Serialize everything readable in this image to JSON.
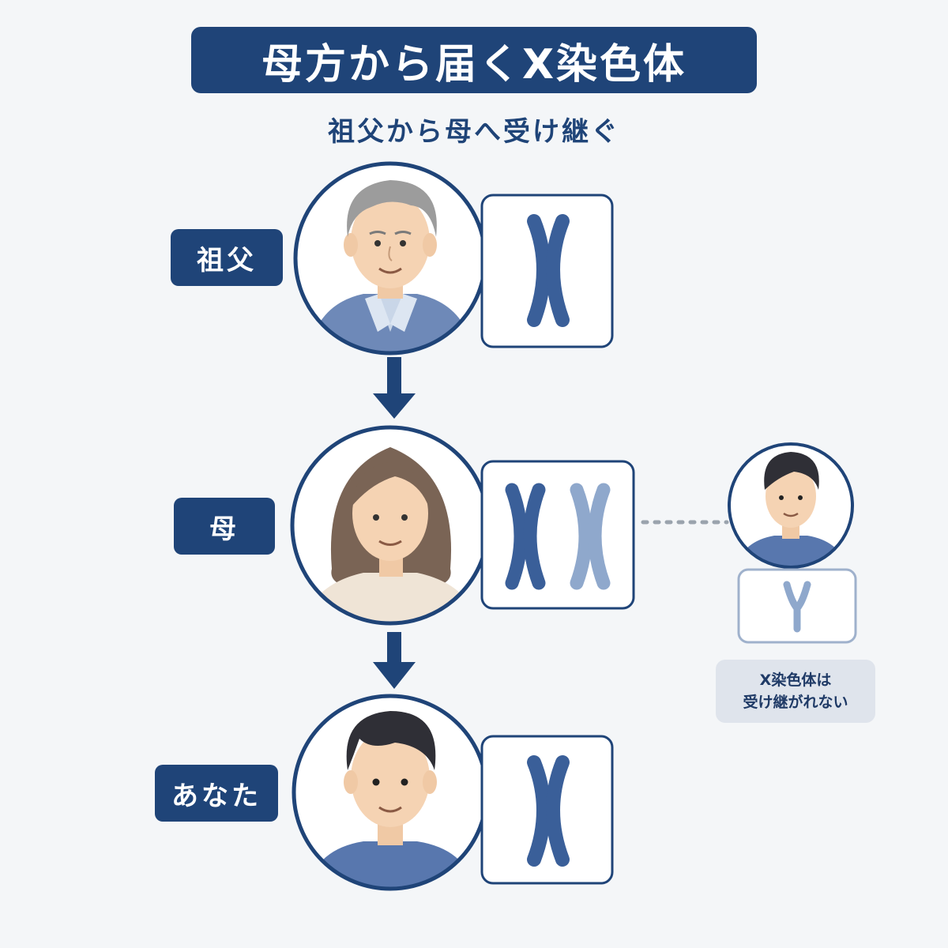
{
  "title": "母方から届くX染色体",
  "subtitle": "祖父から母へ受け継ぐ",
  "generations": [
    {
      "label": "祖父",
      "chromosomes": [
        "X"
      ]
    },
    {
      "label": "母",
      "chromosomes": [
        "X",
        "X"
      ]
    },
    {
      "label": "あなた",
      "chromosomes": [
        "X"
      ]
    }
  ],
  "father_branch": {
    "chromosome": "Y"
  },
  "note": {
    "line1": "X染色体は",
    "line2": "受け継がれない"
  },
  "colors": {
    "navy": "#1f4478",
    "chromosome": "#3a5f99",
    "chromosome_light": "#8fa8cc",
    "background": "#f4f6f8"
  }
}
